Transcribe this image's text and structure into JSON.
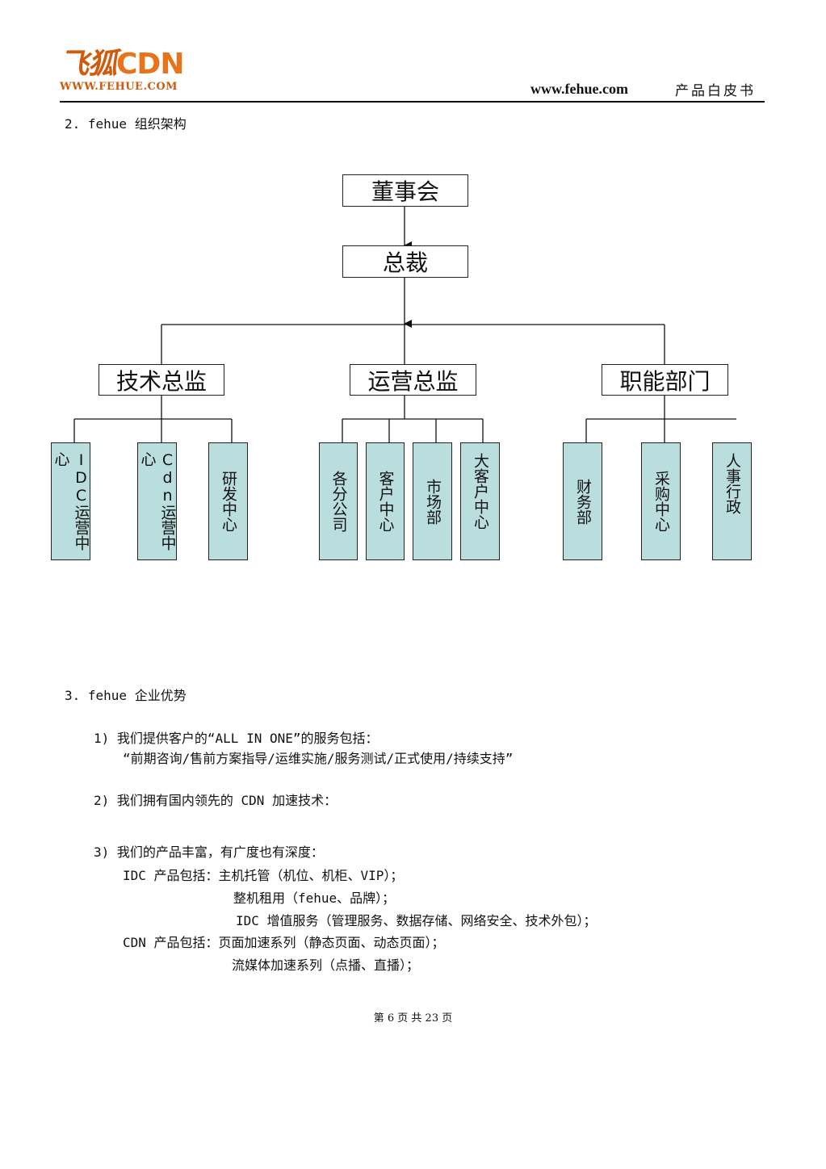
{
  "header": {
    "logo_mark_prefix": "飞狐",
    "logo_mark_suffix": "CDN",
    "logo_url": "WWW.FEHUE.COM",
    "site_url": "www.fehue.com",
    "doc_title": "产品白皮书"
  },
  "section2": {
    "heading": "2. fehue 组织架构"
  },
  "orgchart": {
    "root": "董事会",
    "ceo": "总裁",
    "directors": [
      "技术总监",
      "运营总监",
      "职能部门"
    ],
    "tech_units": [
      "IDC运营中心",
      "Cdn运营中心",
      "研发中心"
    ],
    "ops_units": [
      "各分公司",
      "客户中心",
      "市场部",
      "大客户中心"
    ],
    "func_units": [
      "财务部",
      "采购中心",
      "人事行政"
    ]
  },
  "section3": {
    "heading": "3. fehue 企业优势",
    "item1_line1": "1) 我们提供客户的“ALL IN ONE”的服务包括：",
    "item1_line2": "“前期咨询/售前方案指导/运维实施/服务测试/正式使用/持续支持”",
    "item2": "2) 我们拥有国内领先的 CDN 加速技术：",
    "item3": "3) 我们的产品丰富，有广度也有深度：",
    "idc_line1": "IDC 产品包括：主机托管（机位、机柜、VIP）；",
    "idc_line2": "整机租用（fehue、品牌）；",
    "idc_line3": "IDC 增值服务（管理服务、数据存储、网络安全、技术外包）；",
    "cdn_line1": "CDN 产品包括：页面加速系列（静态页面、动态页面）；",
    "cdn_line2": "流媒体加速系列（点播、直播）；"
  },
  "footer": {
    "page_label": "第 6 页 共 23 页"
  }
}
